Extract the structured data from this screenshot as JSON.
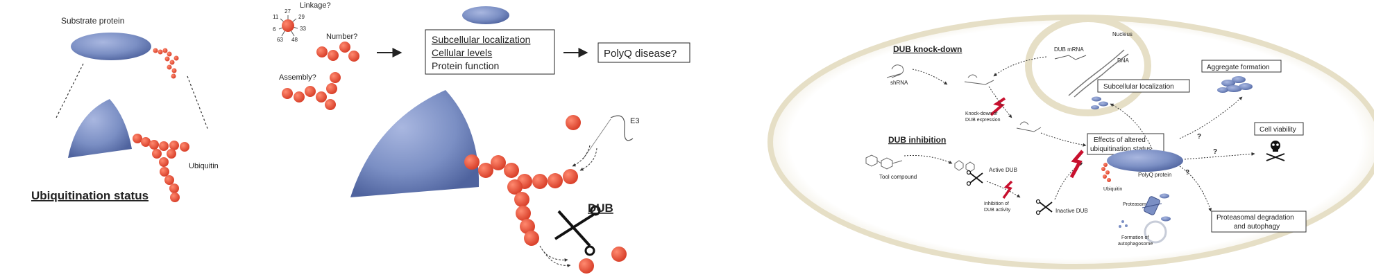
{
  "left": {
    "substrate_label": "Substrate protein",
    "ubiquitin_label": "Ubiquitin",
    "status_title": "Ubiquitination status"
  },
  "middle": {
    "linkage_label": "Linkage?",
    "linkage_sites": [
      "27",
      "11",
      "29",
      "6",
      "33",
      "63",
      "48"
    ],
    "number_label": "Number?",
    "assembly_label": "Assembly?",
    "box_lines": [
      "Subcellular localization",
      "Cellular levels",
      "Protein function"
    ],
    "polyq_label": "PolyQ disease?",
    "e3_label": "E3",
    "dub_label": "DUB"
  },
  "right": {
    "dub_knockdown": "DUB knock-down",
    "shrna": "shRNA",
    "nucleus": "Nucleus",
    "dub_mrna": "DUB mRNA",
    "dna": "DNA",
    "knockdown_expr_1": "Knock-down of",
    "knockdown_expr_2": "DUB expression",
    "dub_inhibition": "DUB inhibition",
    "tool_compound": "Tool compound",
    "active_dub": "Active DUB",
    "inhibition_1": "Inhibition of",
    "inhibition_2": "DUB activity",
    "inactive_dub": "Inactive DUB",
    "effects_1": "Effects of altered",
    "effects_2": "ubiquitination status",
    "ubiquitin": "Ubiquitin",
    "polyq_protein": "PolyQ protein",
    "proteasome": "Proteasome",
    "formation_1": "Formation of",
    "formation_2": "autophagosome",
    "aggregate": "Aggregate formation",
    "subcellular": "Subcellular localization",
    "cell_viability": "Cell viability",
    "proteasomal_1": "Proteasomal degradation",
    "proteasomal_2": "and autophagy",
    "question": "?"
  },
  "colors": {
    "protein_blue": "#7b8fc4",
    "ubiquitin_red": "#e5533d",
    "arrow_red": "#c8102e"
  }
}
